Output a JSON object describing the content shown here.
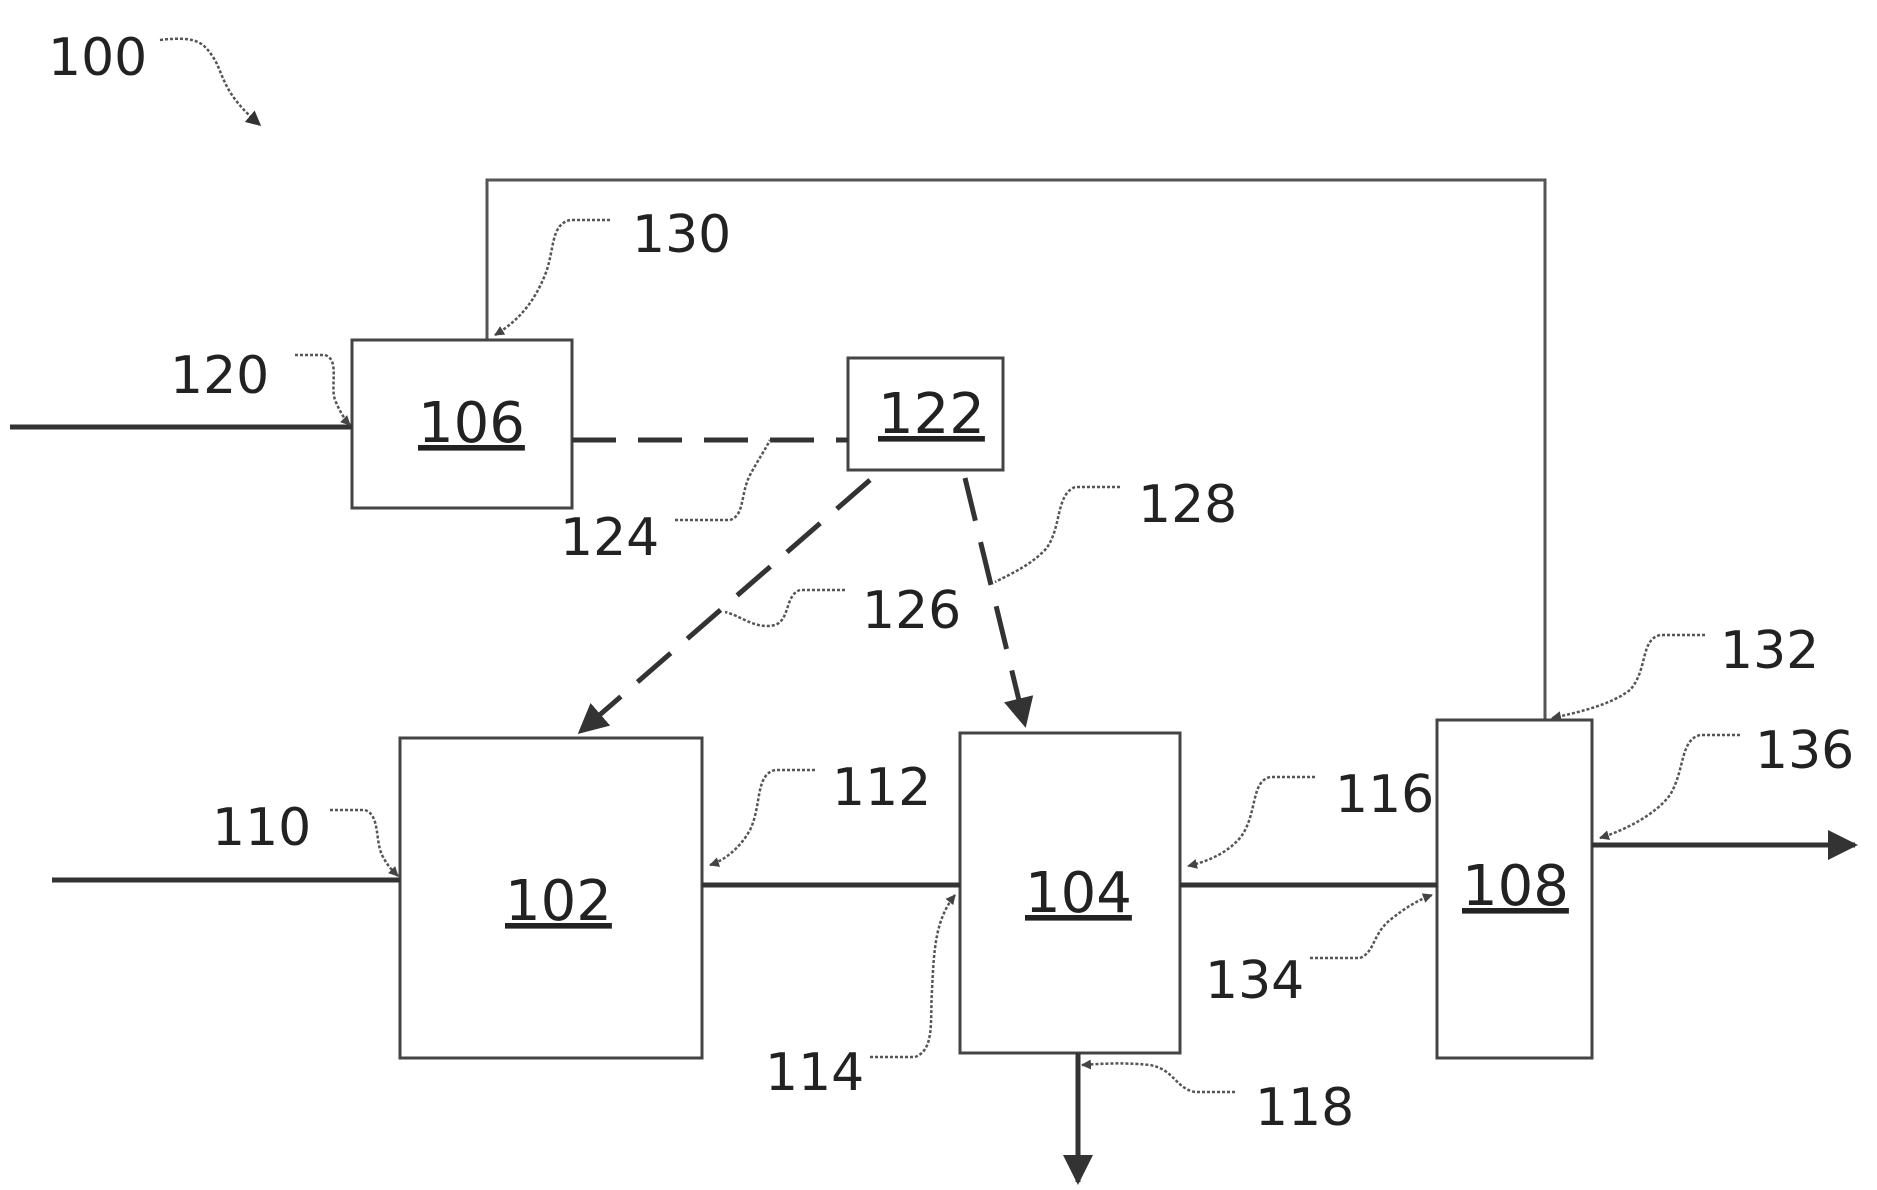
{
  "figure_ref": "100",
  "units": {
    "u102": "102",
    "u104": "104",
    "u106": "106",
    "u108": "108",
    "u122": "122"
  },
  "streams": {
    "s110": "110",
    "s112": "112",
    "s114": "114",
    "s116": "116",
    "s118": "118",
    "s120": "120",
    "s124": "124",
    "s126": "126",
    "s128": "128",
    "s130": "130",
    "s132": "132",
    "s134": "134",
    "s136": "136"
  },
  "colors": {
    "line": "#333333",
    "box_stroke": "#444444",
    "background": "#ffffff"
  }
}
